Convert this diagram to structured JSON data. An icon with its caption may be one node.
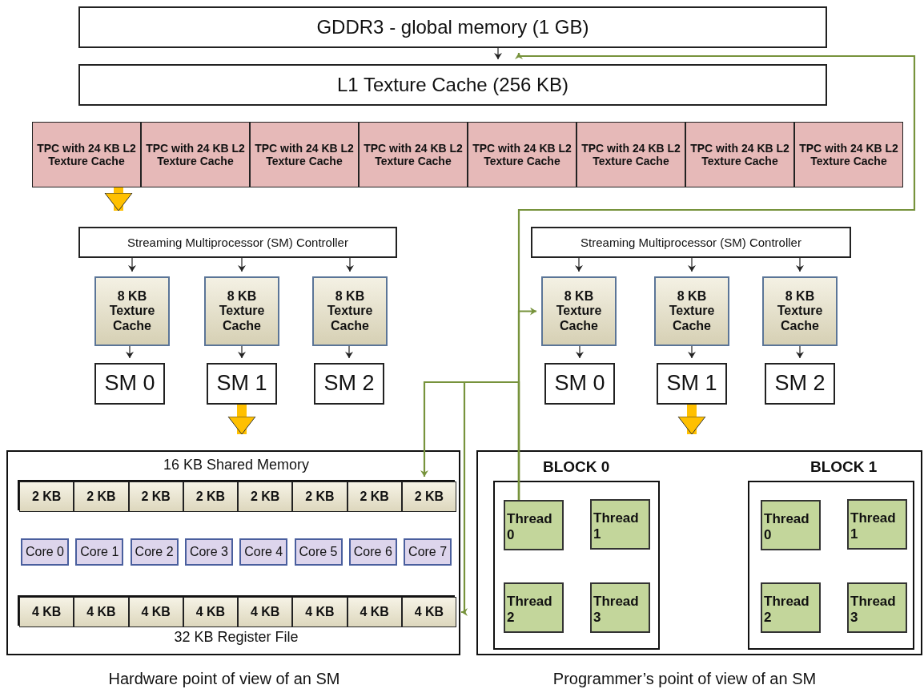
{
  "diagram": {
    "nodes": [
      {
        "text": [
          "GDDR3 - global memory (1 GB)"
        ]
      },
      {
        "text": [
          "L1 Texture Cache (256 KB)"
        ]
      },
      {
        "text": [
          "TPC with 24 KB L2 Texture Cache"
        ]
      },
      {
        "text": [
          "TPC with 24 KB L2 Texture Cache"
        ]
      },
      {
        "text": [
          "TPC with 24 KB L2 Texture Cache"
        ]
      },
      {
        "text": [
          "TPC with 24 KB L2 Texture Cache"
        ]
      },
      {
        "text": [
          "TPC with 24 KB L2 Texture Cache"
        ]
      },
      {
        "text": [
          "TPC with 24 KB L2 Texture Cache"
        ]
      },
      {
        "text": [
          "TPC with 24 KB L2 Texture Cache"
        ]
      },
      {
        "text": [
          "TPC with 24 KB L2 Texture Cache"
        ]
      },
      {
        "text": [
          "Streaming Multiprocessor (SM) Controller"
        ]
      },
      {
        "text": [
          "8 KB Texture Cache"
        ]
      },
      {
        "text": [
          "8 KB Texture Cache"
        ]
      },
      {
        "text": [
          "8 KB Texture Cache"
        ]
      },
      {
        "text": [
          "SM 0"
        ]
      },
      {
        "text": [
          "SM 1"
        ]
      },
      {
        "text": [
          "SM 2"
        ]
      },
      {
        "text": [
          "Streaming Multiprocessor (SM) Controller"
        ]
      },
      {
        "text": [
          "8 KB Texture Cache"
        ]
      },
      {
        "text": [
          "8 KB Texture Cache"
        ]
      },
      {
        "text": [
          "8 KB Texture Cache"
        ]
      },
      {
        "text": [
          "SM 0"
        ]
      },
      {
        "text": [
          "SM 1"
        ]
      },
      {
        "text": [
          "SM 2"
        ]
      },
      {
        "text": [],
        "shape": "box"
      },
      {
        "text": [
          "16 KB Shared Memory"
        ],
        "in": 24
      },
      {
        "text": [
          "2 KB"
        ],
        "in": 25
      },
      {
        "text": [
          "2 KB"
        ],
        "in": 25
      },
      {
        "text": [
          "2 KB"
        ],
        "in": 25
      },
      {
        "text": [
          "2 KB"
        ],
        "in": 25
      },
      {
        "text": [
          "2 KB"
        ],
        "in": 25
      },
      {
        "text": [
          "2 KB"
        ],
        "in": 25
      },
      {
        "text": [
          "2 KB"
        ],
        "in": 25
      },
      {
        "text": [
          "2 KB"
        ],
        "in": 25
      },
      {
        "text": [
          "Core 0"
        ],
        "in": 24
      },
      {
        "text": [
          "Core 1"
        ],
        "in": 24
      },
      {
        "text": [
          "Core 2"
        ],
        "in": 24
      },
      {
        "text": [
          "Core 3"
        ],
        "in": 24
      },
      {
        "text": [
          "Core 4"
        ],
        "in": 24
      },
      {
        "text": [
          "Core 5"
        ],
        "in": 24
      },
      {
        "text": [
          "Core 6"
        ],
        "in": 24
      },
      {
        "text": [
          "Core 7"
        ],
        "in": 24
      },
      {
        "text": [
          "32 KB Register File"
        ],
        "in": 24
      },
      {
        "text": [
          "4 KB"
        ],
        "in": 42
      },
      {
        "text": [
          "4 KB"
        ],
        "in": 42
      },
      {
        "text": [
          "4 KB"
        ],
        "in": 42
      },
      {
        "text": [
          "4 KB"
        ],
        "in": 42
      },
      {
        "text": [
          "4 KB"
        ],
        "in": 42
      },
      {
        "text": [
          "4 KB"
        ],
        "in": 42
      },
      {
        "text": [
          "4 KB"
        ],
        "in": 42
      },
      {
        "text": [
          "4 KB"
        ],
        "in": 42
      },
      {
        "text": [],
        "shape": "box"
      },
      {
        "text": [
          "BLOCK 0"
        ],
        "in": 51
      },
      {
        "text": [
          "Thread 0"
        ],
        "in": 52
      },
      {
        "text": [
          "Thread 1"
        ],
        "in": 52
      },
      {
        "text": [
          "Thread 2"
        ],
        "in": 52
      },
      {
        "text": [
          "Thread 3"
        ],
        "in": 52
      },
      {
        "text": [
          "BLOCK 1"
        ],
        "in": 51
      },
      {
        "text": [
          "Thread 0"
        ],
        "in": 57
      },
      {
        "text": [
          "Thread 1"
        ],
        "in": 57
      },
      {
        "text": [
          "Thread 2"
        ],
        "in": 57
      },
      {
        "text": [
          "Thread 3"
        ],
        "in": 57
      }
    ],
    "edges": [
      {
        "from": 0,
        "to": 1,
        "arrow": "to"
      },
      {
        "from": 2,
        "to": 10,
        "arrow": "to",
        "style": "thick",
        "color": "#ffc000"
      },
      {
        "from": 10,
        "to": 11,
        "arrow": "to"
      },
      {
        "from": 10,
        "to": 12,
        "arrow": "to"
      },
      {
        "from": 10,
        "to": 13,
        "arrow": "to"
      },
      {
        "from": 11,
        "to": 14,
        "arrow": "to"
      },
      {
        "from": 12,
        "to": 15,
        "arrow": "to"
      },
      {
        "from": 13,
        "to": 16,
        "arrow": "to"
      },
      {
        "from": 15,
        "to": 24,
        "arrow": "to",
        "style": "thick",
        "color": "#ffc000"
      },
      {
        "from": 17,
        "to": 18,
        "arrow": "to"
      },
      {
        "from": 17,
        "to": 19,
        "arrow": "to"
      },
      {
        "from": 17,
        "to": 20,
        "arrow": "to"
      },
      {
        "from": 18,
        "to": 21,
        "arrow": "to"
      },
      {
        "from": 19,
        "to": 22,
        "arrow": "to"
      },
      {
        "from": 20,
        "to": 23,
        "arrow": "to"
      },
      {
        "from": 22,
        "to": 51,
        "arrow": "to",
        "style": "thick",
        "color": "#ffc000"
      },
      {
        "from": 53,
        "to": 0,
        "arrow": "to",
        "color": "#77933c"
      },
      {
        "from": 53,
        "to": 18,
        "arrow": "to",
        "color": "#77933c"
      },
      {
        "from": 53,
        "to": 33,
        "arrow": "to",
        "color": "#77933c"
      },
      {
        "from": 53,
        "to": 50,
        "arrow": "to",
        "color": "#77933c"
      }
    ],
    "labels": [
      "Hardware point of view of an SM",
      "Programmer’s point of view of an SM"
    ]
  }
}
